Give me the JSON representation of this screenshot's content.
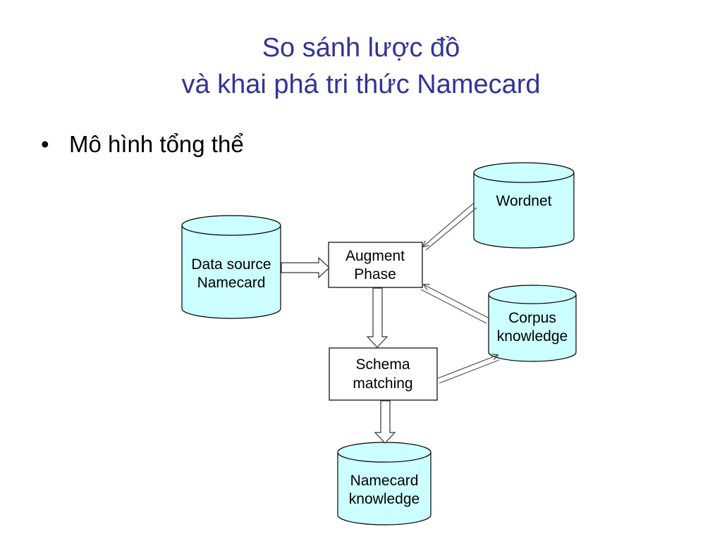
{
  "slide": {
    "title_line1": "So sánh lược đồ",
    "title_line2": "và khai phá tri thức Namecard",
    "bullet_char": "•",
    "bullet_text": "Mô hình tổng thể"
  },
  "diagram": {
    "nodes": {
      "data_source": {
        "line1": "Data source",
        "line2": "Namecard",
        "shape": "cylinder"
      },
      "augment": {
        "line1": "Augment",
        "line2": "Phase",
        "shape": "box"
      },
      "wordnet": {
        "line1": "Wordnet",
        "shape": "cylinder"
      },
      "corpus": {
        "line1": "Corpus",
        "line2": "knowledge",
        "shape": "cylinder"
      },
      "schema": {
        "line1": "Schema",
        "line2": "matching",
        "shape": "box"
      },
      "namecard_knowledge": {
        "line1": "Namecard",
        "line2": "knowledge",
        "shape": "cylinder"
      }
    },
    "edges": [
      {
        "from": "Data source Namecard",
        "to": "Augment Phase"
      },
      {
        "from": "Wordnet",
        "to": "Augment Phase"
      },
      {
        "from": "Corpus knowledge",
        "to": "Augment Phase"
      },
      {
        "from": "Augment Phase",
        "to": "Schema matching"
      },
      {
        "from": "Schema matching",
        "to": "Corpus knowledge"
      },
      {
        "from": "Schema matching",
        "to": "Namecard knowledge"
      }
    ],
    "colors": {
      "cylinder_fill": "#ccffff",
      "stroke": "#000000",
      "title": "#333399"
    }
  }
}
